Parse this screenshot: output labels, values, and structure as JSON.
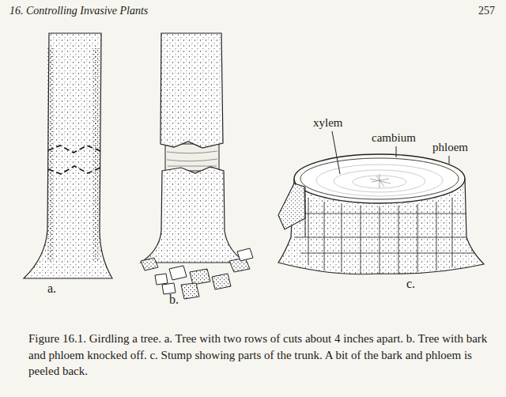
{
  "diagram": {
    "caption": "Figure 16.1. Girdling a tree. a. Tree with two rows of cuts about 4 inches apart. b. Tree with bark and phloem knocked off. c. Stump showing parts of the trunk. A bit of the bark and phloem is peeled back.",
    "labels": [
      "16. Controlling Invasive Plants",
      "257",
      "a.",
      "b.",
      "xylem",
      "cambium",
      "phloem",
      "c."
    ]
  }
}
